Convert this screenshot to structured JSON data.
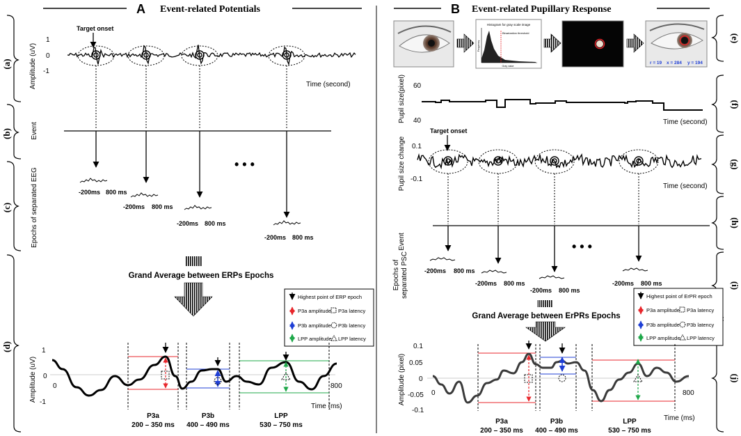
{
  "panelA": {
    "letter": "A",
    "title": "Event-related Potentials",
    "row_labels": [
      "(a)",
      "(b)",
      "(c)",
      "(d)"
    ],
    "signal_ylabel": "Amplitude (uV)",
    "signal_ticks": [
      "1",
      "0",
      "-1"
    ],
    "target_onset": "Target onset",
    "time_label": "Time (second)",
    "event_label": "Event",
    "epochs_label": "Epochs of separated EEG",
    "epoch_start": "-200ms",
    "epoch_end": "800 ms",
    "grand_average": "Grand Average between ERPs Epochs",
    "ellipsis": "• • •",
    "legend": {
      "highest": "Highest point of ERP epoch",
      "p3a": "P3a amplitude",
      "p3a_lat": "P3a latency",
      "p3b": "P3b amplitude",
      "p3b_lat": "P3b latency",
      "lpp": "LPP amplitude",
      "lpp_lat": "LPP latency"
    },
    "avg_ylabel": "Amplitude  (uV)",
    "avg_ticks": [
      "1",
      "0",
      "-1"
    ],
    "avg_x0": "0",
    "avg_x_end": "800",
    "avg_xlabel": "Time (ms)",
    "windows": [
      {
        "name": "P3a",
        "range": "200 – 350 ms"
      },
      {
        "name": "P3b",
        "range": "400 – 490 ms"
      },
      {
        "name": "LPP",
        "range": "530 – 750 ms"
      }
    ]
  },
  "panelB": {
    "letter": "B",
    "title": "Event-related Pupillary Response",
    "row_labels": [
      "(e)",
      "(f)",
      "(g)",
      "(h)",
      "(i)",
      "(j)"
    ],
    "histogram_title": "Histogram for gray scale image",
    "histogram_threshold": "Binarization threshold",
    "histogram_xlabel": "Gray value",
    "histogram_ylabel": "Frequency",
    "pupil_coords": {
      "r": "r = 19",
      "x": "x = 284",
      "y": "y = 194"
    },
    "pupil_ylabel": "Pupil size(pixel)",
    "pupil_ticks": [
      "60",
      "40"
    ],
    "time_label": "Time (second)",
    "target_onset": "Target onset",
    "psc_ylabel": "Pupil size change",
    "psc_ticks": [
      "0.1",
      "-0.1"
    ],
    "event_label": "Event",
    "epochs_label_1": "Epochs of",
    "epochs_label_2": "separated PSC",
    "epoch_start": "-200ms",
    "epoch_end": "800 ms",
    "ellipsis": "• • •",
    "grand_average": "Grand Average between ErPRs Epochs",
    "legend": {
      "highest": "Highest point of ErPR  epoch",
      "p3a": "P3a amplitude",
      "p3a_lat": "P3a latency",
      "p3b": "P3b amplitude",
      "p3b_lat": "P3b latency",
      "lpp": "LPP amplitude",
      "lpp_lat": "LPP latency"
    },
    "avg_ylabel": "Amplitude (pixel)",
    "avg_ticks": [
      "0.1",
      "0.05",
      "0",
      "-0.05",
      "-0.1"
    ],
    "avg_x0": "0",
    "avg_x_end": "800",
    "avg_xlabel": "Time (ms)",
    "windows": [
      {
        "name": "P3a",
        "range": "200 – 350 ms"
      },
      {
        "name": "P3b",
        "range": "400 – 490 ms"
      },
      {
        "name": "LPP",
        "range": "530 – 750 ms"
      }
    ]
  },
  "colors": {
    "p3a": "#e8262b",
    "p3b": "#1f3fd6",
    "lpp": "#1fa84a",
    "ink": "#000000",
    "pupil_curve": "#3a3a3a"
  }
}
